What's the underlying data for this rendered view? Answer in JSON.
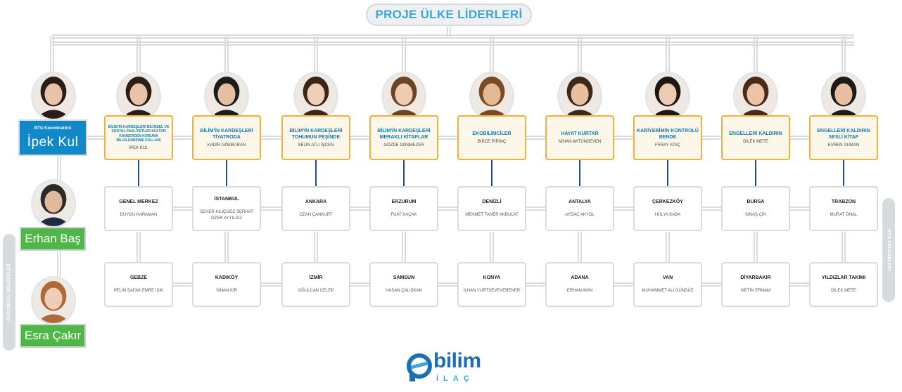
{
  "title": "PROJE ÜLKE LİDERLERİ",
  "coordinator": {
    "label": "BTG Koordinatörü",
    "name": "İpek Kul"
  },
  "side_people": [
    {
      "name": "Erhan Baş"
    },
    {
      "name": "Esra Çakır"
    }
  ],
  "side_tabs": {
    "left": "KURUMSAL DELEGELER",
    "right": "BTG DELEGELERİ"
  },
  "projects": [
    {
      "title": "BİLİM'İN KARDEŞLERİ BİLİMSEL VE SOSYAL FAALİYETLER KÜLTÜR KANSERDEN KORUMA BİLGİLENDİRME KOLLARI",
      "leader": "İPEK KUL"
    },
    {
      "title": "BİLİM'İN KARDEŞLERİ TİYATRODA",
      "leader": "KADİR GÖKBURAN"
    },
    {
      "title": "BİLİM'İN KARDEŞLERİ TOHUMUN PEŞİNDE",
      "leader": "SELİN ATLI İŞCEN"
    },
    {
      "title": "BİLİM'İN KARDEŞLERİ MERAKLI KİTAPLAR",
      "leader": "GÖZDE DÖNMEZER"
    },
    {
      "title": "EKOBİLİMCİLER",
      "leader": "BİRCE PİRİNÇ"
    },
    {
      "title": "HAYAT KURTAR",
      "leader": "NİHAN AKTÜNSEVEN"
    },
    {
      "title": "KARİYERİMİN KONTROLÜ BENDE",
      "leader": "FERAY ATAÇ"
    },
    {
      "title": "ENGELLERİ KALDIRIN",
      "leader": "DİLEK METE"
    },
    {
      "title": "ENGELLERİ KALDIRIN SESLİ KİTAP",
      "leader": "EVREN DUMAN"
    }
  ],
  "cities_row1": [
    {
      "city": "GENEL MERKEZ",
      "people": "DUYGU KARAMAN"
    },
    {
      "city": "İSTANBUL",
      "people": "SEHER KILIÇGÖZ SERHAT ÖZER AYYILDIZ"
    },
    {
      "city": "ANKARA",
      "people": "OZAN ÇANKURT"
    },
    {
      "city": "ERZURUM",
      "people": "FUAT KAÇAK"
    },
    {
      "city": "DENİZLİ",
      "people": "MEHMET TANER AKBULAT"
    },
    {
      "city": "ANTALYA",
      "people": "AYDAÇ AKYOL"
    },
    {
      "city": "ÇERKEZKÖY",
      "people": "HÜLYA KABA"
    },
    {
      "city": "BURSA",
      "people": "SİNAŞ ÇİN"
    },
    {
      "city": "TRABZON",
      "people": "MURAT ÖNAL"
    }
  ],
  "cities_row2": [
    {
      "city": "GEBZE",
      "people": "PELİN ŞAFAK EMRE IŞIK"
    },
    {
      "city": "KADIKÖY",
      "people": "SİNAN KIR"
    },
    {
      "city": "İZMİR",
      "people": "OĞULCAN CELEP"
    },
    {
      "city": "SAMSUN",
      "people": "HASAN ÇALIŞKAN"
    },
    {
      "city": "KONYA",
      "people": "İLHAN YURTSEVEVERENER"
    },
    {
      "city": "ADANA",
      "people": "ERHAN AKIN"
    },
    {
      "city": "VAN",
      "people": "MUHAMMET ALİ GÜNDÜZ"
    },
    {
      "city": "DİYARBAKIR",
      "people": "METİN ERNAM"
    },
    {
      "city": "YILDIZLAR TAKIMI",
      "people": "DİLEK METE"
    }
  ],
  "logo": {
    "word": "bilim",
    "sub": "İLAÇ"
  },
  "colors": {
    "accent_blue": "#1188c8",
    "title_blue": "#3aa7d5",
    "card_border": "#f0b13d",
    "green": "#4fb747",
    "line_gray": "#d9dcde",
    "connector_blue": "#1f4c9c"
  }
}
